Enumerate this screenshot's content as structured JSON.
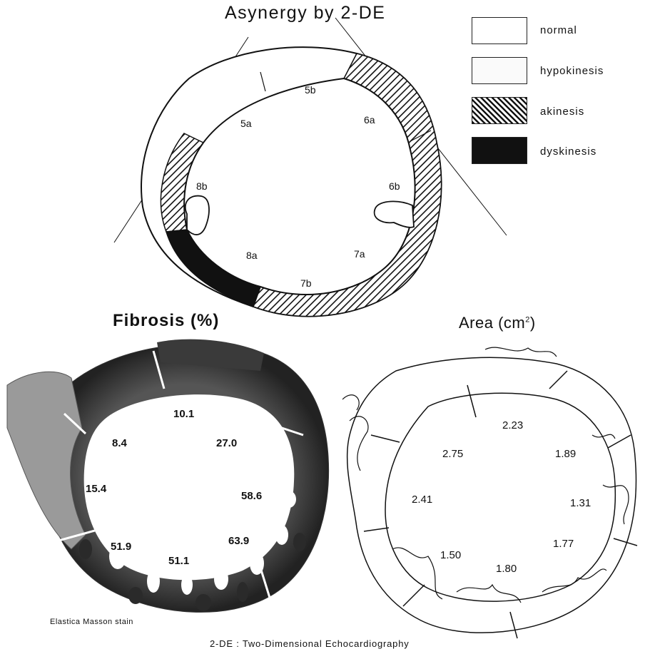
{
  "top_title": "Asynergy by 2-DE",
  "legend": [
    {
      "label": "normal",
      "pattern": "white"
    },
    {
      "label": "hypokinesis",
      "pattern": "hatch-light"
    },
    {
      "label": "akinesis",
      "pattern": "hatch-dense"
    },
    {
      "label": "dyskinesis",
      "pattern": "solid-black"
    }
  ],
  "asynergy_segments": [
    "5b",
    "5a",
    "6a",
    "8b",
    "6b",
    "8a",
    "7a",
    "7b"
  ],
  "fibrosis": {
    "title": "Fibrosis (%)",
    "values": [
      "10.1",
      "8.4",
      "27.0",
      "15.4",
      "58.6",
      "51.9",
      "63.9",
      "51.1"
    ],
    "stain_note": "Elastica Masson stain"
  },
  "area": {
    "title_prefix": "Area (cm",
    "title_sup": "2",
    "title_suffix": ")",
    "values": [
      "2.23",
      "2.75",
      "1.89",
      "2.41",
      "1.31",
      "1.50",
      "1.77",
      "1.80"
    ]
  },
  "footnote": "2-DE : Two-Dimensional Echocardiography",
  "colors": {
    "ink": "#111111",
    "paper": "#ffffff",
    "tissue_dark": "#2a2a2a",
    "tissue_mid": "#6a6a6a"
  }
}
